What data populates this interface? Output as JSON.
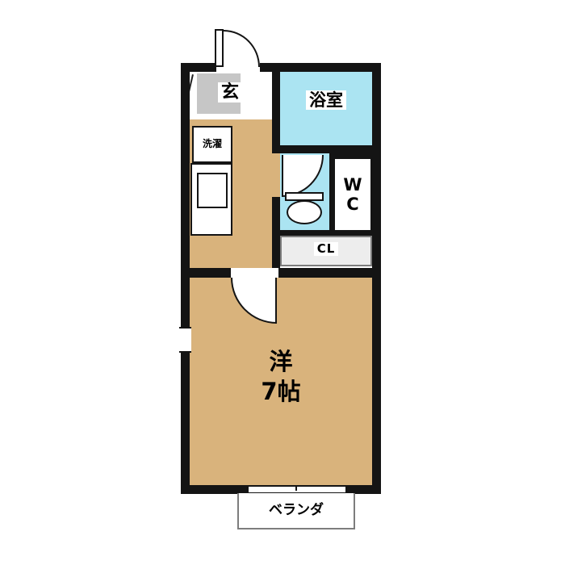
{
  "floorplan": {
    "rooms": {
      "entrance": {
        "label": "玄"
      },
      "bathroom": {
        "label": "浴室"
      },
      "laundry": {
        "label": "洗濯"
      },
      "wc": {
        "label_line1": "W",
        "label_line2": "C"
      },
      "closet": {
        "label": "CL"
      },
      "main_room": {
        "label_line1": "洋",
        "label_line2": "7帖",
        "size_tatami": "7帖"
      },
      "veranda": {
        "label": "ベランダ"
      }
    },
    "colors": {
      "wall": "#141414",
      "floor-tan": "#d9b37c",
      "floor-cyan": "#abe4f2",
      "tile-gray": "#c6c6c6",
      "closet-fill": "#ededed",
      "line-gray": "#7d7d7d",
      "bg": "#ffffff"
    }
  }
}
